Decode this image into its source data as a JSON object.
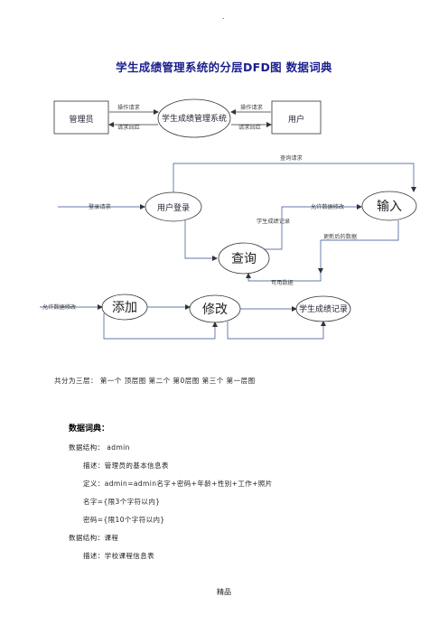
{
  "page": {
    "top_mark": ".",
    "title": "学生成绩管理系统的分层DFD图   数据词典",
    "footer": "精品"
  },
  "context_diagram": {
    "admin": "管理员",
    "system": "学生成绩管理系统",
    "user": "用户",
    "admin_to_system": "操作请求",
    "system_to_admin": "请求回应",
    "user_to_system": "操作请求",
    "system_to_user": "请求回应"
  },
  "level_diagram": {
    "login": "用户登录",
    "query": "查询",
    "input": "输入",
    "add": "添加",
    "modify": "修改",
    "record": "学生成绩记录",
    "login_request": "登录请求",
    "query_request": "查询请求",
    "allow_modify": "允许数据修改",
    "score_record": "学生成绩记录",
    "updated_data": "更新后的数据",
    "available_data": "可用数据",
    "allow_modify_left": "允许数据修改"
  },
  "levels_text": "共分为三层：  第一个  顶层图      第二个  第0层图      第三个  第一层图",
  "dictionary": {
    "heading": "数据词典：",
    "lines": [
      "数据结构：  admin",
      "描述：管理员的基本信息表",
      "定义：admin=admin名字+密码+年龄+性别+工作+照片",
      "名字={限3个字符以内}",
      "密码={限10个字符以内}",
      "数据结构：课程",
      "描述：学校课程信息表"
    ]
  }
}
